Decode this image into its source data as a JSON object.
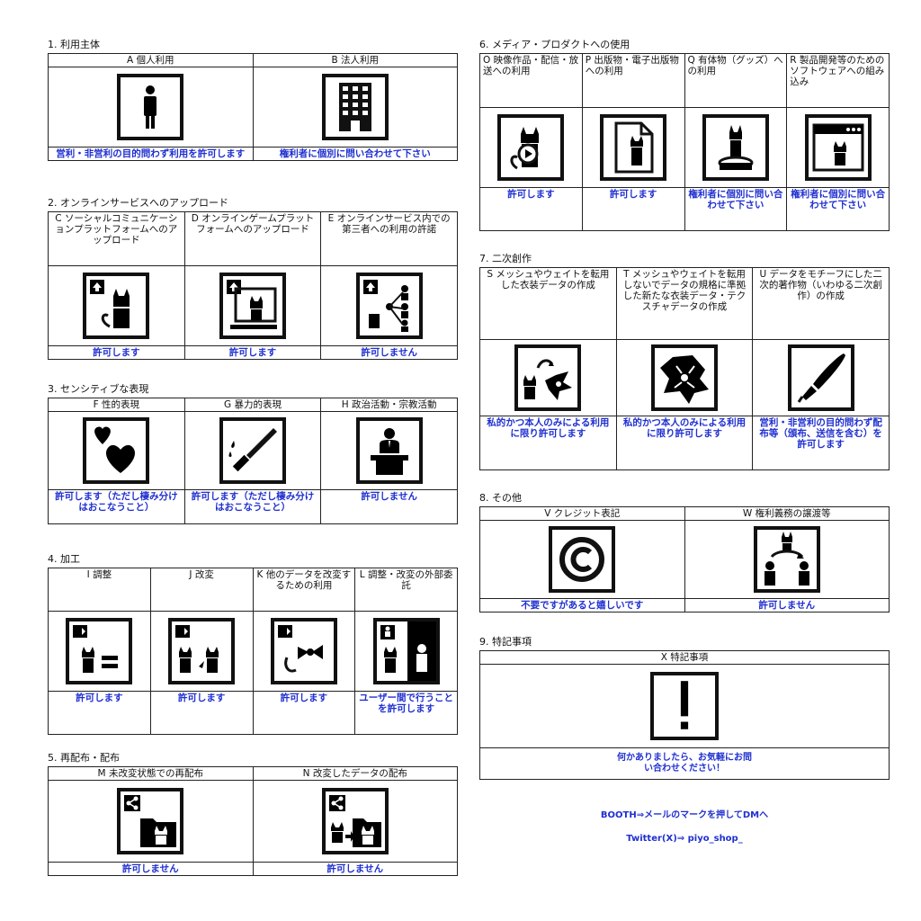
{
  "sections": [
    {
      "id": "s1",
      "title": "1. 利用主体",
      "items": [
        {
          "label": "A 個人利用",
          "status": "営利・非営利の目的問わず利用を許可します",
          "icon": "person-icon"
        },
        {
          "label": "B 法人利用",
          "status": "権利者に個別に問い合わせて下さい",
          "icon": "building-icon"
        }
      ]
    },
    {
      "id": "s2",
      "title": "2. オンラインサービスへのアップロード",
      "items": [
        {
          "label": "C ソーシャルコミュニケーションプラットフォームへのアップロード",
          "status": "許可します",
          "icon": "upload-avatar-icon"
        },
        {
          "label": "D オンラインゲームプラットフォームへのアップロード",
          "status": "許可します",
          "icon": "upload-monitor-icon"
        },
        {
          "label": "E オンラインサービス内での第三者への利用の許諾",
          "status": "許可しません",
          "icon": "share-network-icon"
        }
      ]
    },
    {
      "id": "s3",
      "title": "3. センシティブな表現",
      "items": [
        {
          "label": "F 性的表現",
          "status": "許可します（ただし棲み分けはおこなうこと）",
          "icon": "hearts-icon"
        },
        {
          "label": "G 暴力的表現",
          "status": "許可します（ただし棲み分けはおこなうこと）",
          "icon": "knife-icon"
        },
        {
          "label": "H 政治活動・宗教活動",
          "status": "許可しません",
          "icon": "podium-speaker-icon"
        }
      ]
    },
    {
      "id": "s4",
      "title": "4. 加工",
      "items": [
        {
          "label": "I 調整",
          "status": "許可します",
          "icon": "adjust-equal-icon"
        },
        {
          "label": "J 改変",
          "status": "許可します",
          "icon": "modify-icon"
        },
        {
          "label": "K 他のデータを改変するための利用",
          "status": "許可します",
          "icon": "ribbon-icon"
        },
        {
          "label": "L 調整・改変の外部委託",
          "status": "ユーザー間で行うことを許可します",
          "icon": "outsourcing-icon"
        }
      ]
    },
    {
      "id": "s5",
      "title": "5. 再配布・配布",
      "items": [
        {
          "label": "M 未改変状態での再配布",
          "status": "許可しません",
          "icon": "redistribute-folder-icon"
        },
        {
          "label": "N 改変したデータの配布",
          "status": "許可しません",
          "icon": "modified-distribute-icon"
        }
      ]
    },
    {
      "id": "s6",
      "title": "6. メディア・プロダクトへの使用",
      "items": [
        {
          "label": "O 映像作品・配信・放送への利用",
          "status": "許可します",
          "icon": "video-icon"
        },
        {
          "label": "P 出版物・電子出版物への利用",
          "status": "許可します",
          "icon": "document-icon"
        },
        {
          "label": "Q 有体物（グッズ）への利用",
          "status": "権利者に個別に問い合わせて下さい",
          "icon": "figure-icon"
        },
        {
          "label": "R 製品開発等のためのソフトウェアへの組み込み",
          "status": "権利者に個別に問い合わせて下さい",
          "icon": "software-window-icon"
        }
      ]
    },
    {
      "id": "s7",
      "title": "7. 二次創作",
      "items": [
        {
          "label": "S メッシュやウェイトを転用した衣装データの作成",
          "status": "私的かつ本人のみによる利用に限り許可します",
          "icon": "mesh-transfer-icon"
        },
        {
          "label": "T メッシュやウェイトを転用しないでデータの規格に準拠した新たな衣装データ・テクスチャデータの作成",
          "status": "私的かつ本人のみによる利用に限り許可します",
          "icon": "costume-icon"
        },
        {
          "label": "U データをモチーフにした二次的著作物（いわゆる二次創作）の作成",
          "status": "営利・非営利の目的問わず配布等（頒布、送信を含む）を許可します",
          "icon": "pen-icon"
        }
      ]
    },
    {
      "id": "s8",
      "title": "8. その他",
      "items": [
        {
          "label": "V クレジット表記",
          "status": "不要ですがあると嬉しいです",
          "icon": "copyright-icon"
        },
        {
          "label": "W 権利義務の譲渡等",
          "status": "許可しません",
          "icon": "transfer-icon"
        }
      ]
    },
    {
      "id": "s9",
      "title": "9. 特記事項",
      "items": [
        {
          "label": "X 特記事項",
          "status": "何かありましたら、お気軽にお問い合わせください！",
          "icon": "exclamation-icon"
        }
      ]
    }
  ],
  "contact": {
    "booth": "BOOTH⇒メールのマークを押してDMへ",
    "twitter": "Twitter(X)⇒ piyo_shop_"
  }
}
